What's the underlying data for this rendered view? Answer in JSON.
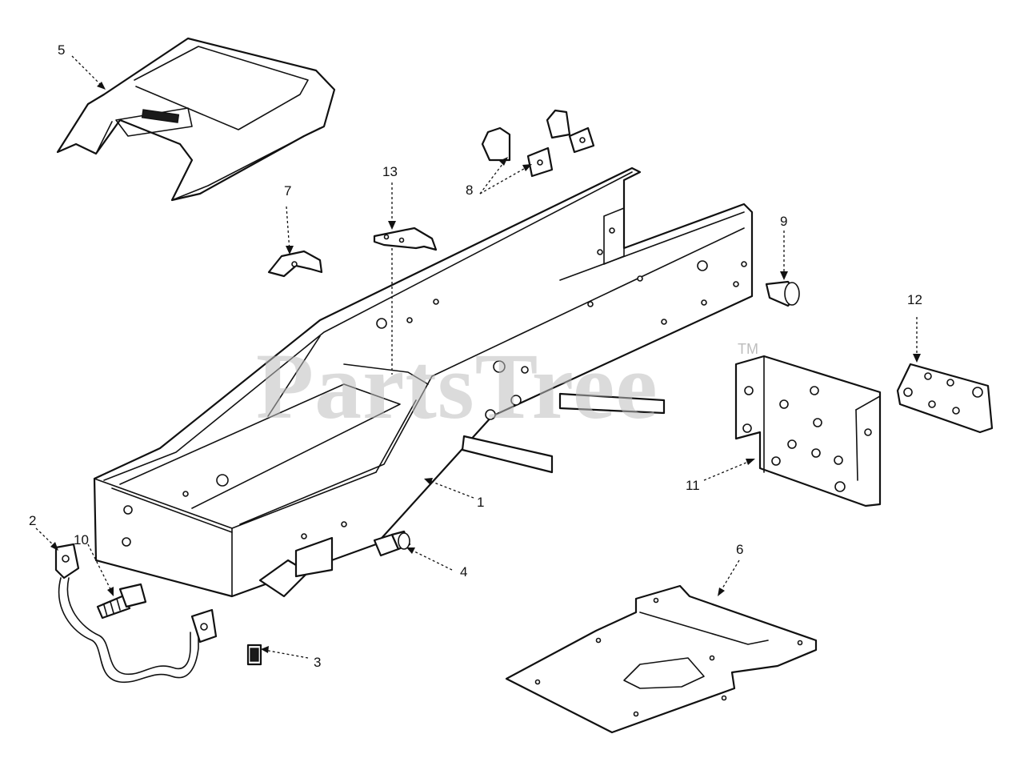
{
  "watermark": {
    "text": "PartsTree",
    "trademark": "TM"
  },
  "callouts": {
    "c1": "1",
    "c2": "2",
    "c3": "3",
    "c4": "4",
    "c5": "5",
    "c6": "6",
    "c7": "7",
    "c8": "8",
    "c9": "9",
    "c10": "10",
    "c11": "11",
    "c12": "12",
    "c13": "13"
  }
}
